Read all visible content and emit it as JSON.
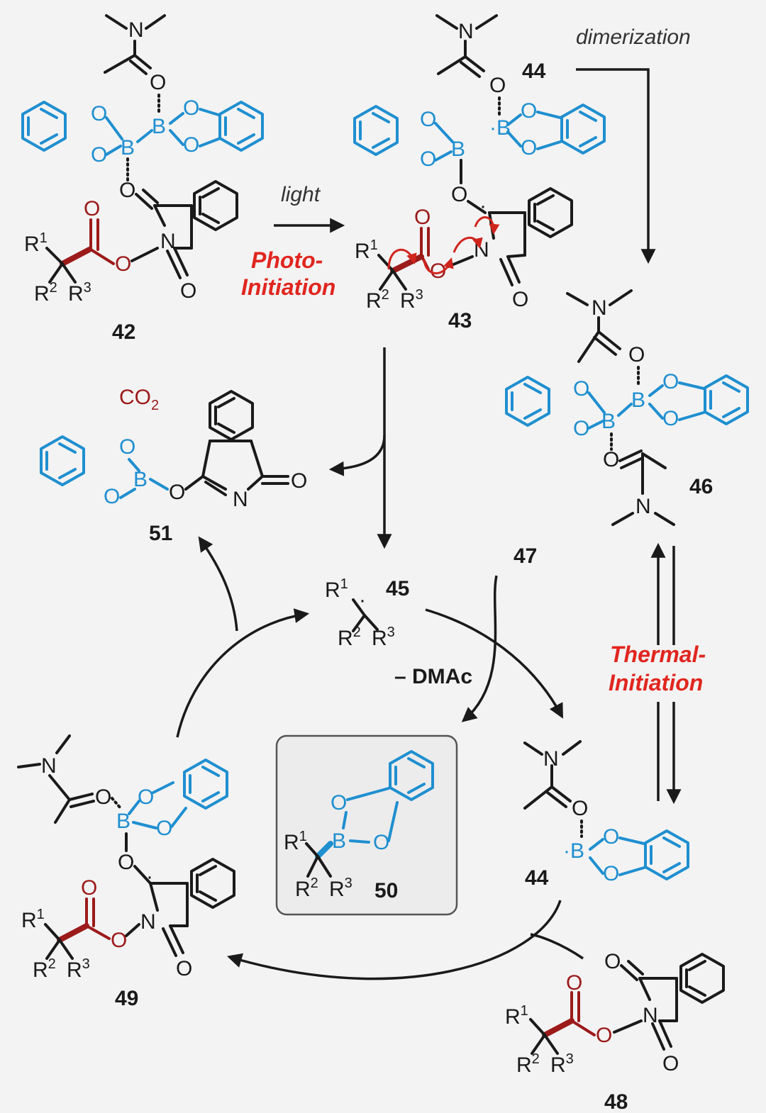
{
  "labels": {
    "light": "light",
    "photo_initiation_1": "Photo-",
    "photo_initiation_2": "Initiation",
    "thermal_initiation_1": "Thermal-",
    "thermal_initiation_2": "Initiation",
    "dimerization": "dimerization",
    "minus_dmac": "– DMAc",
    "co2": "CO",
    "co2_sub": "2"
  },
  "compounds": {
    "c42": "42",
    "c43": "43",
    "c44_top": "44",
    "c44_bottom": "44",
    "c45": "45",
    "c46": "46",
    "c47": "47",
    "c48": "48",
    "c49": "49",
    "c50": "50",
    "c51": "51"
  },
  "atoms": {
    "N": "N",
    "O": "O",
    "B": "B",
    "R": "R",
    "sup1": "1",
    "sup2": "2",
    "sup3": "3"
  },
  "colors": {
    "black": "#1a1a1a",
    "blue": "#1f8fd0",
    "dark_red": "#9c1a1a",
    "bright_red": "#e0261f",
    "background": "#f3f3f3"
  }
}
